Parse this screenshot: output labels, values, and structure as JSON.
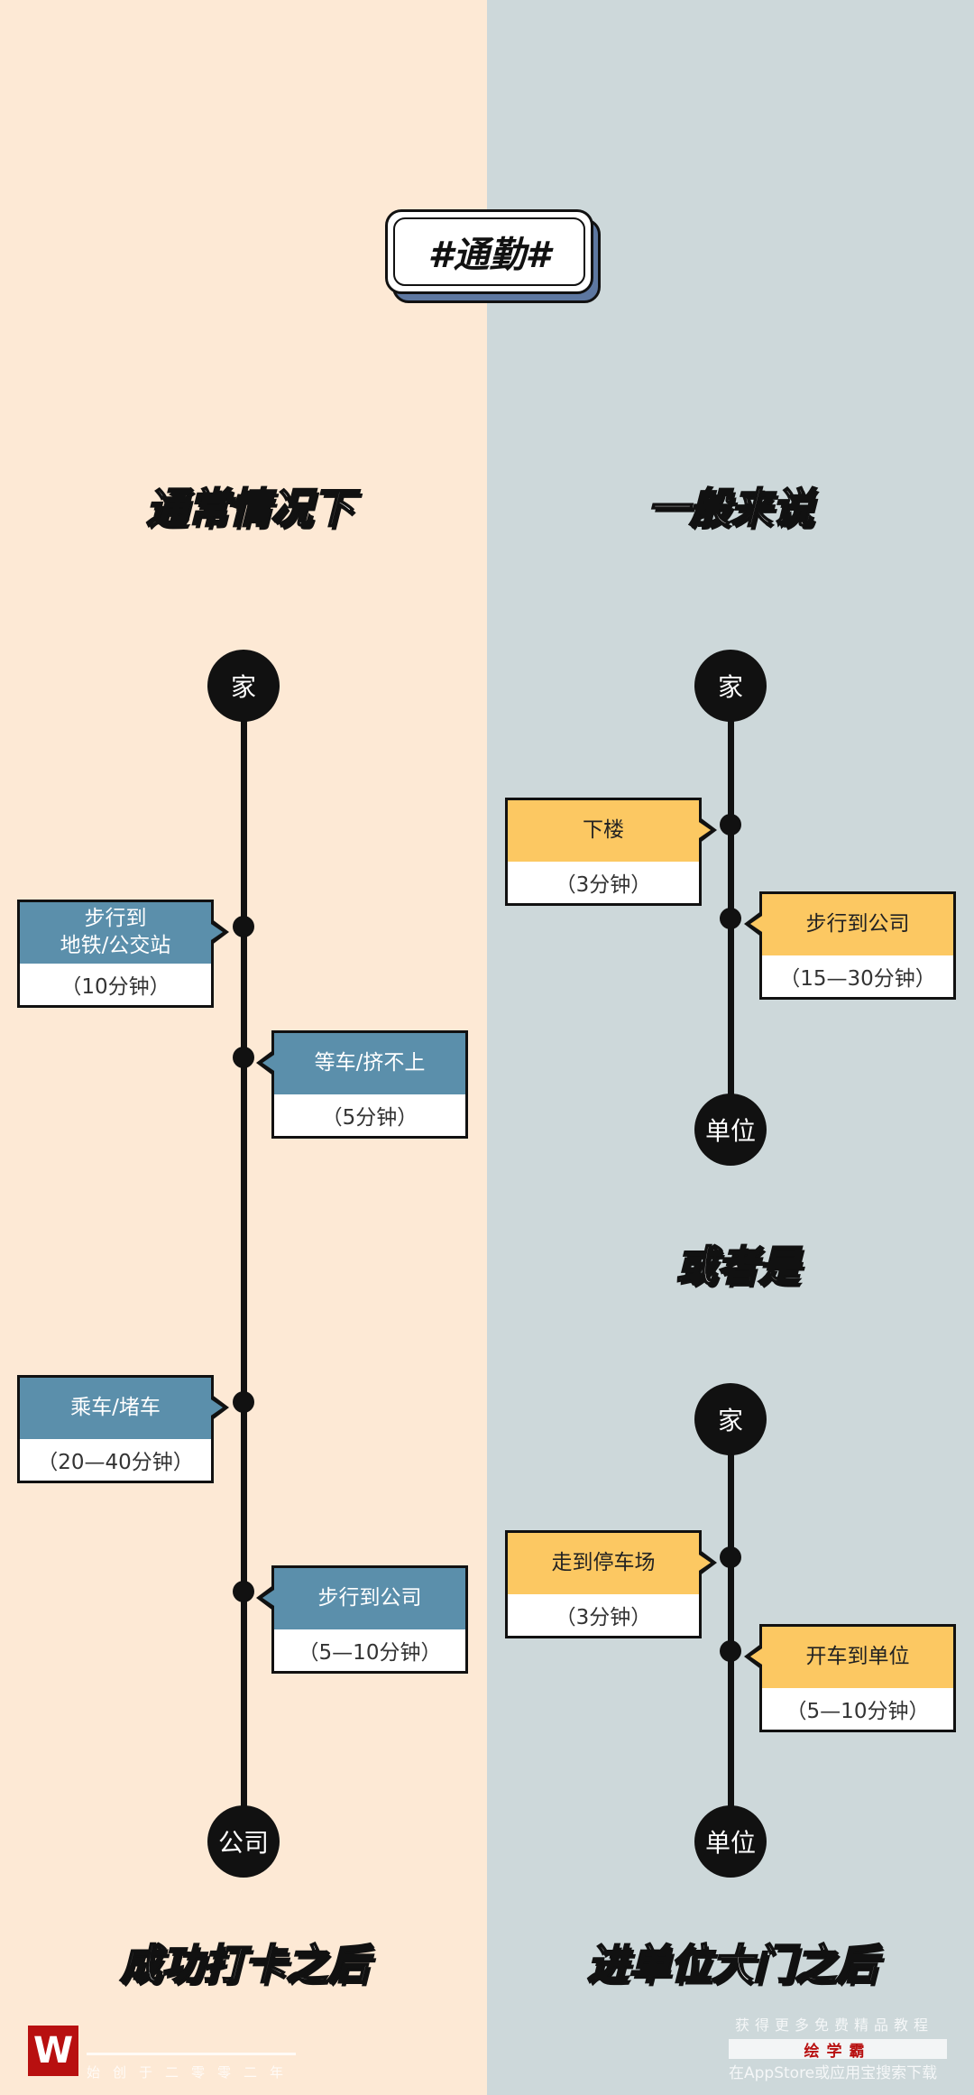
{
  "title": "#通勤#",
  "colors": {
    "left_bg": "#fde9d5",
    "right_bg": "#cdd8da",
    "blue": "#5b8fab",
    "yellow": "#fcc862",
    "title_shadow": "#5d77a0"
  },
  "left": {
    "heading": "通常情况下",
    "start": "家",
    "end": "公司",
    "steps": [
      {
        "label": "步行到\n地铁/公交站",
        "time": "（10分钟）"
      },
      {
        "label": "等车/挤不上",
        "time": "（5分钟）"
      },
      {
        "label": "乘车/堵车",
        "time": "（20—40分钟）"
      },
      {
        "label": "步行到公司",
        "time": "（5—10分钟）"
      }
    ],
    "footer": "成功打卡之后"
  },
  "right": {
    "heading": "一般来说",
    "route1": {
      "start": "家",
      "end": "单位",
      "steps": [
        {
          "label": "下楼",
          "time": "（3分钟）"
        },
        {
          "label": "步行到公司",
          "time": "（15—30分钟）"
        }
      ]
    },
    "or_heading": "或者是",
    "route2": {
      "start": "家",
      "end": "单位",
      "steps": [
        {
          "label": "走到停车场",
          "time": "（3分钟）"
        },
        {
          "label": "开车到单位",
          "time": "（5—10分钟）"
        }
      ]
    },
    "footer": "进单位大门之后"
  },
  "watermark": {
    "left_logo": "W",
    "left_line": "始创于二零零二年",
    "right_top": "获得更多免费精品教程",
    "right_brand": "绘学霸",
    "right_bottom": "在AppStore或应用宝搜索下载"
  }
}
